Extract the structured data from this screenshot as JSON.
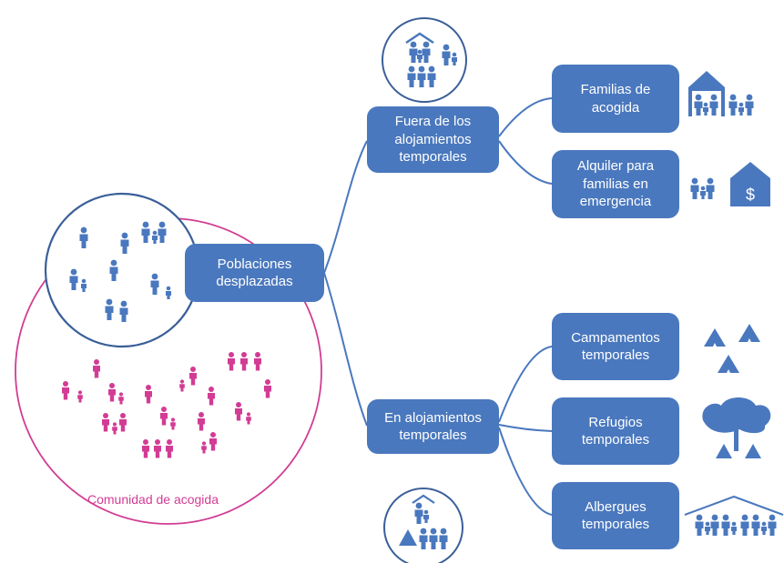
{
  "center": {
    "label": "Poblaciones\ndesplazadas"
  },
  "host_community": {
    "label": "Comunidad de acogida"
  },
  "branches": [
    {
      "label": "Fuera de los\nalojamientos\ntemporales",
      "children": [
        {
          "label": "Familias de\nacogida",
          "icon": "family-house-icon"
        },
        {
          "label": "Alquiler para\nfamilias en\nemergencia",
          "icon": "rent-house-icon"
        }
      ]
    },
    {
      "label": "En alojamientos\ntemporales",
      "children": [
        {
          "label": "Campamentos\ntemporales",
          "icon": "tents-icon"
        },
        {
          "label": "Refugios\ntemporales",
          "icon": "tree-tent-icon"
        },
        {
          "label": "Albergues\ntemporales",
          "icon": "shelter-roof-icon"
        }
      ]
    }
  ],
  "colors": {
    "blue": "#4a78be",
    "line": "#4a78be",
    "magenta": "#d23c94",
    "white": "#ffffff"
  }
}
